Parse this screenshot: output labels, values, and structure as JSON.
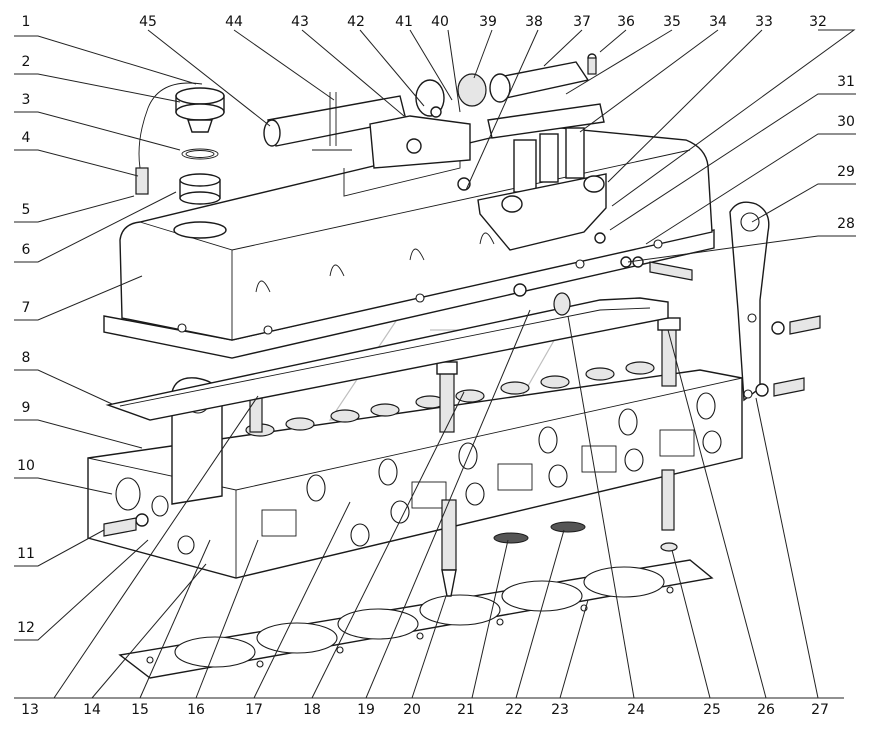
{
  "callouts": {
    "top": [
      "45",
      "44",
      "43",
      "42",
      "41",
      "40",
      "39",
      "38",
      "37",
      "36",
      "35",
      "34",
      "33",
      "32"
    ],
    "left": [
      "1",
      "2",
      "3",
      "4",
      "5",
      "6",
      "7",
      "8",
      "9",
      "10",
      "11",
      "12"
    ],
    "right": [
      "31",
      "30",
      "29",
      "28"
    ],
    "bottom": [
      "13",
      "14",
      "15",
      "16",
      "17",
      "18",
      "19",
      "20",
      "21",
      "22",
      "23",
      "24",
      "25",
      "26",
      "27"
    ]
  },
  "colors": {
    "line": "#1a1a1a",
    "fill": "#ffffff",
    "shade": "#e6e6e6"
  }
}
